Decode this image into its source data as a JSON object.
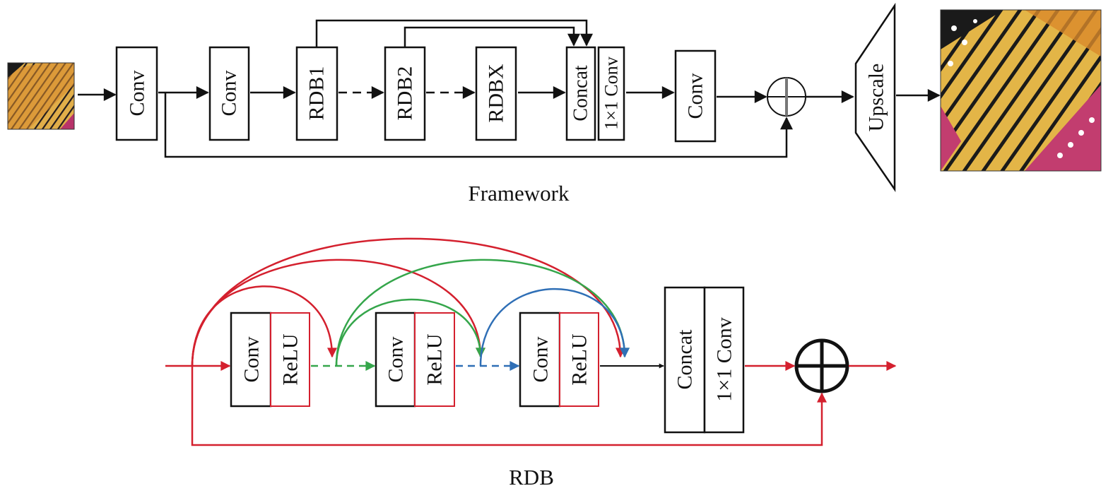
{
  "framework": {
    "caption": "Framework",
    "blocks": {
      "conv1": "Conv",
      "conv2": "Conv",
      "rdb1": "RDB1",
      "rdb2": "RDB2",
      "rdbx": "RDBX",
      "concat": "Concat",
      "conv1x1": "1×1 Conv",
      "conv3": "Conv",
      "upscale": "Upscale"
    }
  },
  "rdb": {
    "caption": "RDB",
    "blocks": {
      "conv_a": "Conv",
      "relu_a": "ReLU",
      "conv_b": "Conv",
      "relu_b": "ReLU",
      "conv_c": "Conv",
      "relu_c": "ReLU",
      "concat": "Concat",
      "conv1x1": "1×1 Conv"
    }
  },
  "colors": {
    "black": "#111111",
    "red": "#d4202e",
    "green": "#35a64b",
    "blue": "#2f6fb6",
    "butterfly_yellow": "#e3b547",
    "butterfly_orange": "#d98a2b",
    "flower_pink": "#b8336a"
  }
}
